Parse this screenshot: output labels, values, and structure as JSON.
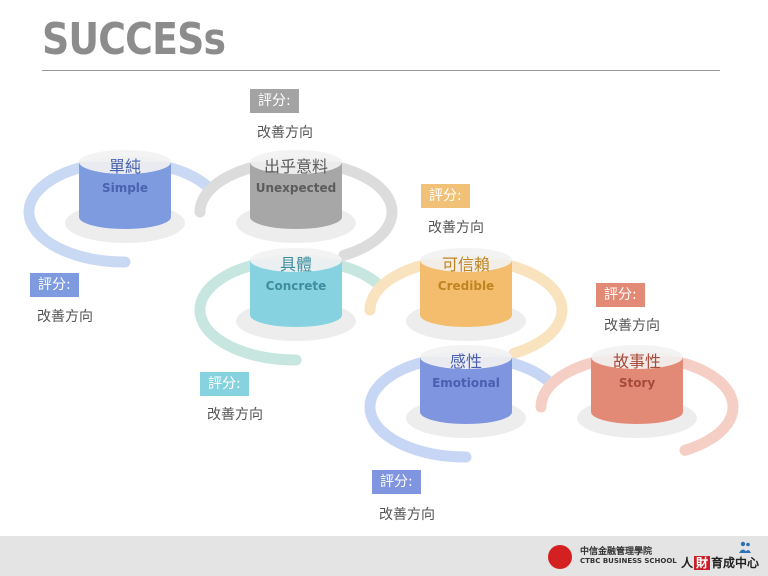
{
  "title": "SUCCESs",
  "nodes": [
    {
      "cn": "單純",
      "en": "Simple",
      "color": "#7f9be0",
      "ring": "#c9d9f3",
      "text": "#4a62b0"
    },
    {
      "cn": "出乎意料",
      "en": "Unexpected",
      "color": "#a7a7a7",
      "ring": "#dcdcdc",
      "text": "#5c5c5c"
    },
    {
      "cn": "具體",
      "en": "Concrete",
      "color": "#87d2e0",
      "ring": "#c7e6e0",
      "text": "#3d8ea0"
    },
    {
      "cn": "可信賴",
      "en": "Credible",
      "color": "#f3bd6d",
      "ring": "#f9e3bf",
      "text": "#c08420"
    },
    {
      "cn": "感性",
      "en": "Emotional",
      "color": "#7f95e0",
      "ring": "#c8d6f5",
      "text": "#4a5fb0"
    },
    {
      "cn": "故事性",
      "en": "Story",
      "color": "#e28a76",
      "ring": "#f5cfc5",
      "text": "#a84a3a"
    }
  ],
  "scores": [
    {
      "label": "評分:",
      "improve": "改善方向",
      "color": "#a3a3a3"
    },
    {
      "label": "評分:",
      "improve": "改善方向",
      "color": "#7f9be0"
    },
    {
      "label": "評分:",
      "improve": "改善方向",
      "color": "#f0c176"
    },
    {
      "label": "評分:",
      "improve": "改善方向",
      "color": "#87d2e0"
    },
    {
      "label": "評分:",
      "improve": "改善方向",
      "color": "#e28a76"
    },
    {
      "label": "評分:",
      "improve": "改善方向",
      "color": "#7f95e0"
    }
  ],
  "footer": {
    "logo1_cn": "中信金融管理學院",
    "logo1_en": "CTBC BUSINESS SCHOOL",
    "logo2_pre": "人",
    "logo2_box": "財",
    "logo2_post": "育成中心"
  }
}
